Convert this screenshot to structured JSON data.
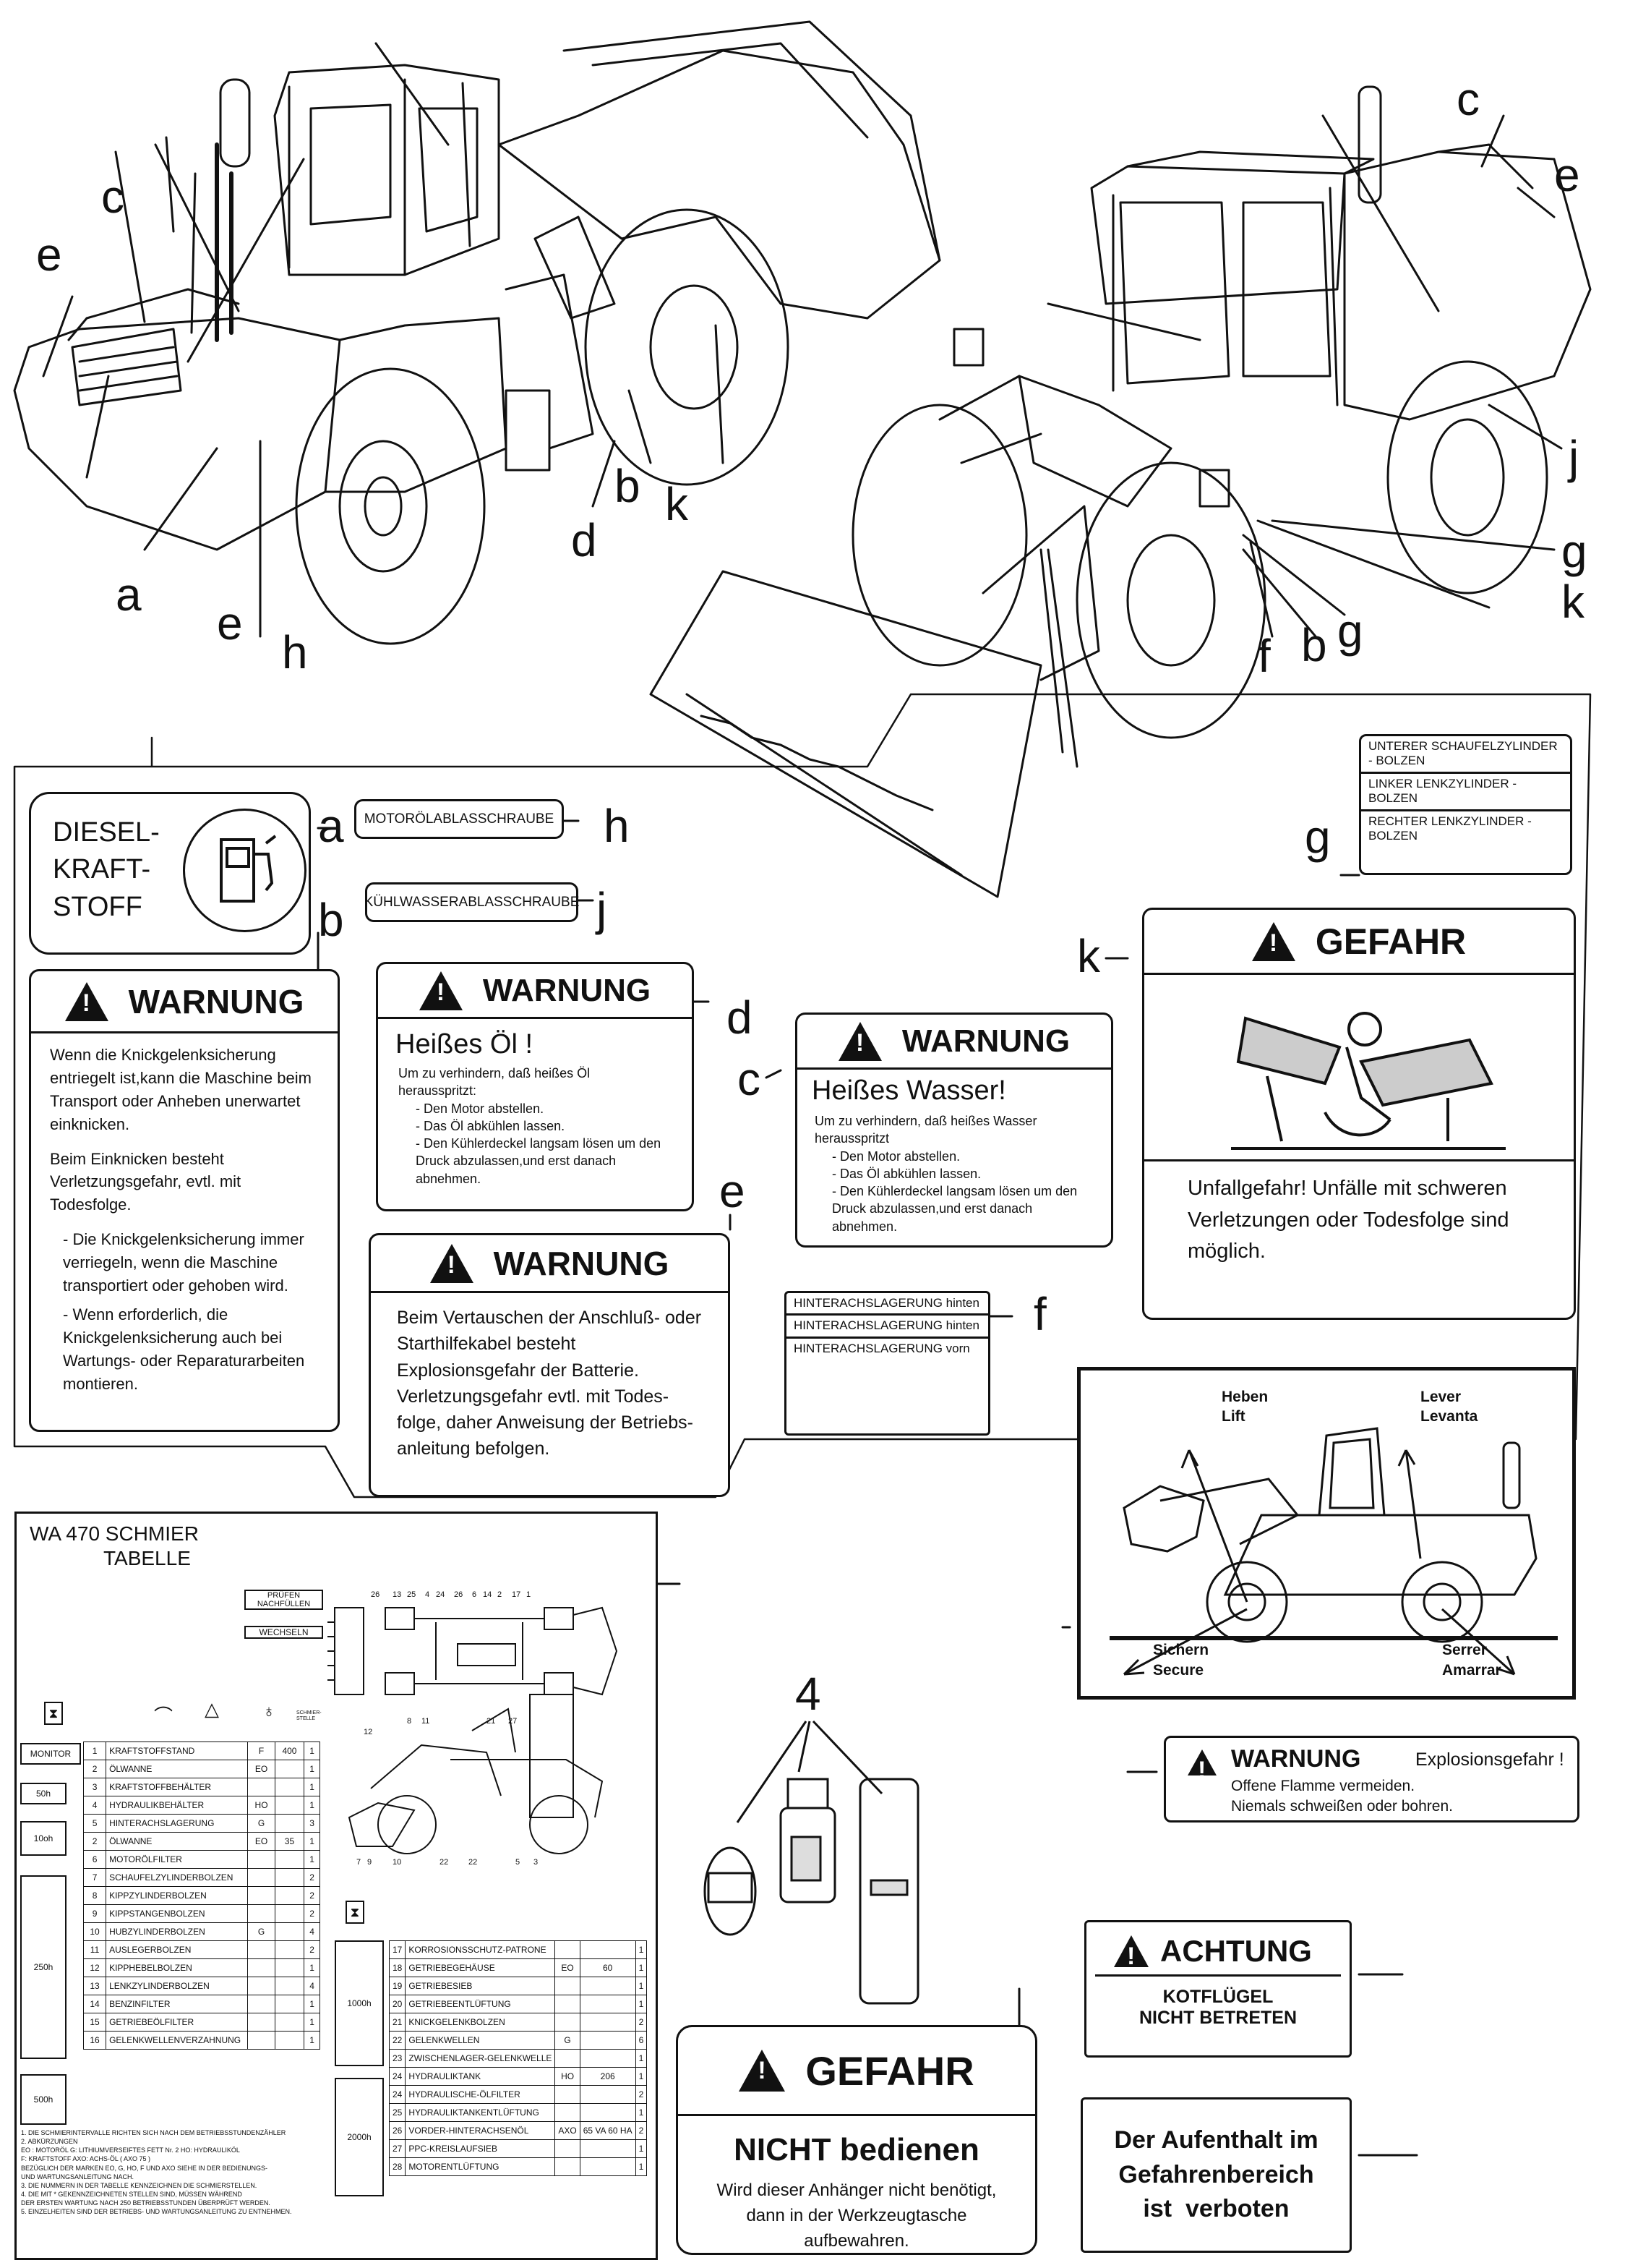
{
  "callout_letters": {
    "left": {
      "c": "c",
      "e_top": "e",
      "a": "a",
      "e_bottom": "e",
      "h": "h",
      "d": "d",
      "b": "b",
      "k": "k"
    },
    "right": {
      "c": "c",
      "e": "e",
      "j": "j",
      "g1": "g",
      "k": "k",
      "f": "f",
      "b": "b",
      "g2": "g"
    }
  },
  "decal_a": {
    "text_lines": [
      "DIESEL-",
      "KRAFT-",
      "STOFF"
    ],
    "letter": "a"
  },
  "decal_h": {
    "text": "MOTORÖLABLASSCHRAUBE",
    "letter": "h"
  },
  "decal_j": {
    "text": "KÜHLWASSERABLASSCHRAUBE",
    "letter": "j"
  },
  "decal_g": {
    "rows": [
      "UNTERER SCHAUFELZYLINDER - BOLZEN",
      "LINKER LENKZYLINDER - BOLZEN",
      "RECHTER LENKZYLINDER - BOLZEN"
    ],
    "letter": "g"
  },
  "decal_b": {
    "letter": "b",
    "title": "WARNUNG",
    "p1": "Wenn die Knickgelenksicherung entriegelt ist,kann die Maschine beim Transport oder Anheben unerwartet einknicken.",
    "p2": "Beim Einknicken besteht Verletzungsgefahr, evtl. mit Todesfolge.",
    "b1": "- Die Knickgelenksicherung immer verriegeln, wenn die Maschine transportiert oder gehoben wird.",
    "b2": "- Wenn erforderlich, die Knickgelenksicherung auch bei Wartungs- oder Reparaturarbeiten montieren."
  },
  "decal_d": {
    "letter": "d",
    "title": "WARNUNG",
    "subtitle": "Heißes Öl !",
    "intro": "Um zu verhindern, daß heißes Öl herausspritzt:",
    "items": [
      "- Den Motor abstellen.",
      "- Das Öl abkühlen lassen.",
      "- Den Kühlerdeckel langsam lösen um den Druck abzulassen,und erst danach abnehmen."
    ]
  },
  "decal_c": {
    "letter": "c",
    "title": "WARNUNG",
    "subtitle": "Heißes Wasser!",
    "intro": "Um zu verhindern, daß heißes Wasser herausspritzt",
    "items": [
      "- Den Motor abstellen.",
      "- Das Öl abkühlen lassen.",
      "- Den Kühlerdeckel langsam lösen um den Druck abzulassen,und erst danach abnehmen."
    ]
  },
  "decal_e": {
    "letter": "e",
    "title": "WARNUNG",
    "body": "Beim Vertauschen der Anschluß- oder Starthilfekabel besteht Explosionsgefahr der Batterie. Verletzungsgefahr evtl. mit Todes- folge, daher Anweisung der Betriebs- anleitung befolgen."
  },
  "decal_f": {
    "rows": [
      "HINTERACHSLAGERUNG hinten",
      "HINTERACHSLAGERUNG hinten",
      "HINTERACHSLAGERUNG vorn"
    ],
    "letter": "f"
  },
  "decal_k": {
    "letter": "k",
    "title": "GEFAHR",
    "body": "Unfallgefahr! Unfälle mit schweren Verletzungen oder Todesfolge sind möglich."
  },
  "lift_decal": {
    "heben": "Heben",
    "lift": "Lift",
    "lever": "Lever",
    "levanta": "Levanta",
    "sichern": "Sichern",
    "secure": "Secure",
    "serrer": "Serrer",
    "amarrar": "Amarrar"
  },
  "warn_explosion": {
    "title": "WARNUNG",
    "tag": "Explosionsgefahr !",
    "line1": "Offene Flamme vermeiden.",
    "line2": "Niemals schweißen oder bohren."
  },
  "achtung": {
    "title": "ACHTUNG",
    "line1": "KOTFLÜGEL",
    "line2": "NICHT BETRETEN"
  },
  "gefahr_bottom": {
    "title": "GEFAHR",
    "sub": "NICHT bedienen",
    "body": "Wird dieser Anhänger nicht benötigt, dann in der Werkzeugtasche aufbewahren."
  },
  "aufenthalt": {
    "lines": [
      "Der Aufenthalt im",
      "Gefahrenbereich",
      "ist  verboten"
    ]
  },
  "part4": {
    "label": "4"
  },
  "lube_chart": {
    "title1": "WA 470 SCHMIER",
    "title2": "TABELLE",
    "legend": [
      "PRÜFEN NACHFÜLLEN",
      "WECHSELN"
    ],
    "schmierstelle": "SCHMIER-STELLE",
    "intervals": [
      "MONITOR",
      "50h",
      "10oh",
      "250h",
      "500h",
      "1000h",
      "2000h"
    ],
    "left_rows": [
      [
        "1",
        "KRAFTSTOFFSTAND",
        "F",
        "400",
        "1"
      ],
      [
        "2",
        "ÖLWANNE",
        "EO",
        "",
        "1"
      ],
      [
        "3",
        "KRAFTSTOFFBEHÄLTER",
        "",
        "",
        "1"
      ],
      [
        "4",
        "HYDRAULIKBEHÄLTER",
        "HO",
        "",
        "1"
      ],
      [
        "5",
        "HINTERACHSLAGERUNG",
        "G",
        "",
        "3"
      ],
      [
        "2",
        "ÖLWANNE",
        "EO",
        "35",
        "1"
      ],
      [
        "6",
        "MOTORÖLFILTER",
        "",
        "",
        "1"
      ],
      [
        "7",
        "SCHAUFELZYLINDERBOLZEN",
        "",
        "",
        "2"
      ],
      [
        "8",
        "KIPPZYLINDERBOLZEN",
        "",
        "",
        "2"
      ],
      [
        "9",
        "KIPPSTANGENBOLZEN",
        "",
        "",
        "2"
      ],
      [
        "10",
        "HUBZYLINDERBOLZEN",
        "G",
        "",
        "4"
      ],
      [
        "11",
        "AUSLEGERBOLZEN",
        "",
        "",
        "2"
      ],
      [
        "12",
        "KIPPHEBELBOLZEN",
        "",
        "",
        "1"
      ],
      [
        "13",
        "LENKZYLINDERBOLZEN",
        "",
        "",
        "4"
      ],
      [
        "14",
        "BENZINFILTER",
        "",
        "",
        "1"
      ],
      [
        "15",
        "GETRIEBEÖLFILTER",
        "",
        "",
        "1"
      ],
      [
        "16",
        "GELENKWELLENVERZAHNUNG",
        "",
        "",
        "1"
      ]
    ],
    "right_rows": [
      [
        "17",
        "KORROSIONSSCHUTZ-PATRONE",
        "",
        "",
        "1"
      ],
      [
        "18",
        "GETRIEBEGEHÄUSE",
        "EO",
        "60",
        "1"
      ],
      [
        "19",
        "GETRIEBESIEB",
        "",
        "",
        "1"
      ],
      [
        "20",
        "GETRIEBEENTLÜFTUNG",
        "",
        "",
        "1"
      ],
      [
        "21",
        "KNICKGELENKBOLZEN",
        "",
        "",
        "2"
      ],
      [
        "22",
        "GELENKWELLEN",
        "G",
        "",
        "6"
      ],
      [
        "23",
        "ZWISCHENLAGER-GELENKWELLE",
        "",
        "",
        "1"
      ],
      [
        "24",
        "HYDRAULIKTANK",
        "HO",
        "206",
        "1"
      ],
      [
        "24",
        "HYDRAULISCHE-ÖLFILTER",
        "",
        "",
        "2"
      ],
      [
        "25",
        "HYDRAULIKTANKENTLÜFTUNG",
        "",
        "",
        "1"
      ],
      [
        "26",
        "VORDER-HINTERACHSENÖL",
        "AXO",
        "65 VA 60 HA",
        "2"
      ],
      [
        "27",
        "PPC-KREISLAUFSIEB",
        "",
        "",
        "1"
      ],
      [
        "28",
        "MOTORENTLÜFTUNG",
        "",
        "",
        "1"
      ]
    ],
    "notes": [
      "1. DIE SCHMIERINTERVALLE RICHTEN SICH NACH DEM BETRIEBSSTUNDENZÄHLER",
      "2. ABKÜRZUNGEN",
      "EO : MOTORÖL  G: LITHIUMVERSEIFTES FETT Nr. 2  HO: HYDRAULIKÖL",
      "F: KRAFTSTOFF  AXO: ACHS-ÖL ( AXO 75 )",
      "BEZÜGLICH DER MARKEN EO, G, HO, F UND AXO SIEHE IN DER BEDIENUNGS-",
      "UND WARTUNGSANLEITUNG NACH.",
      "3. DIE NUMMERN IN DER TABELLE KENNZEICHNEN DIE SCHMIERSTELLEN.",
      "4. DIE MIT * GEKENNZEICHNETEN STELLEN SIND, MÜSSEN WÄHREND",
      "DER ERSTEN WARTUNG NACH 250 BETRIEBSSTUNDEN ÜBERPRÜFT WERDEN.",
      "5. EINZELHEITEN SIND DER BETRIEBS- UND WARTUNGSANLEITUNG ZU ENTNEHMEN."
    ]
  }
}
